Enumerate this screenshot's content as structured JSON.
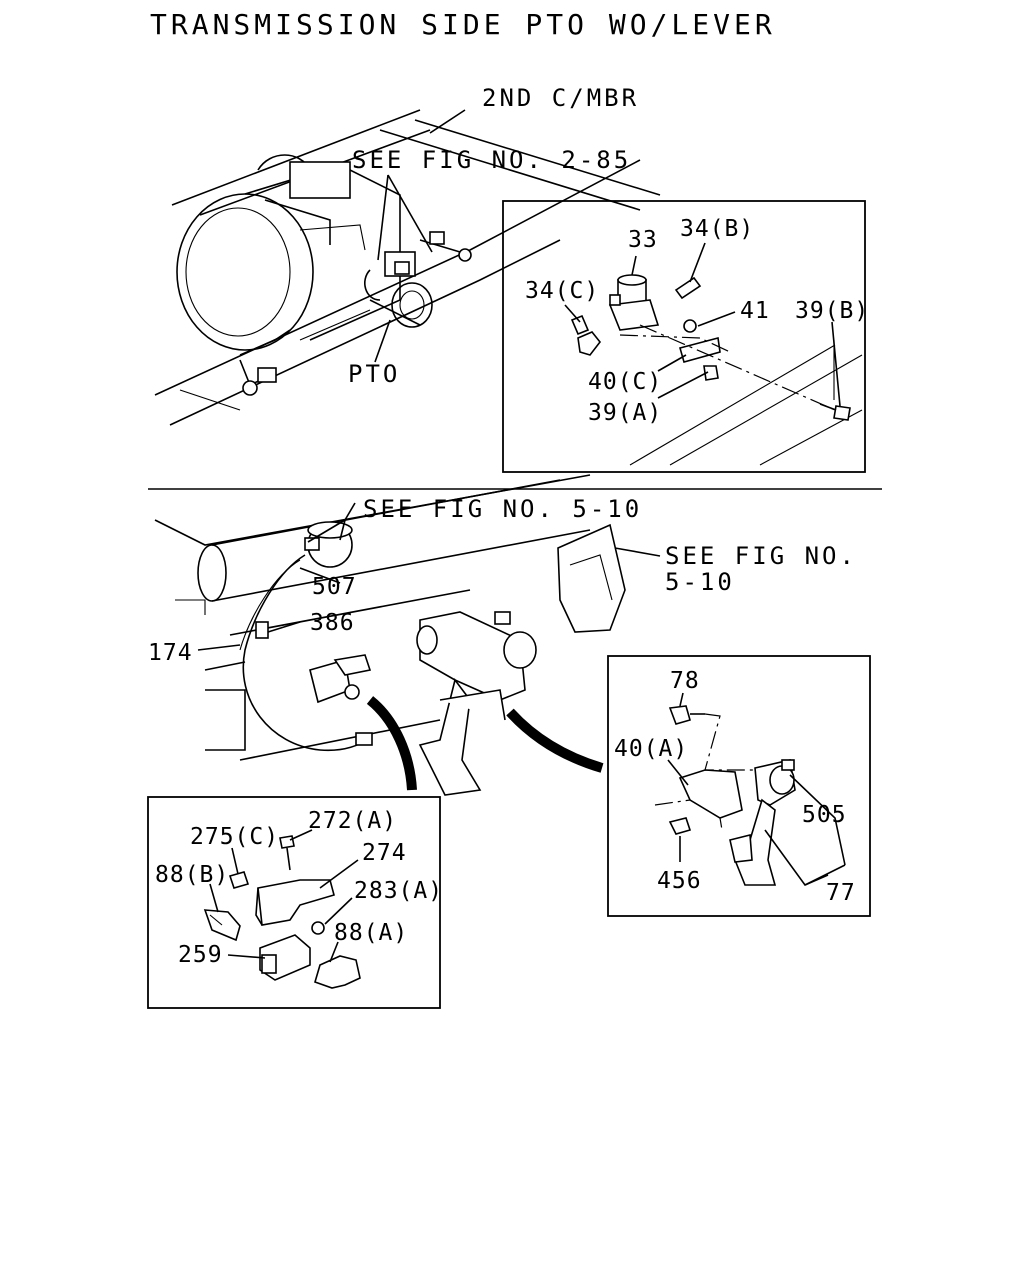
{
  "title": "TRANSMISSION SIDE PTO WO/LEVER",
  "labels": {
    "second_cmbr": "2ND C/MBR",
    "see_fig_2_85": "SEE FIG NO. 2-85",
    "pto": "PTO",
    "see_fig_5_10_top": "SEE FIG NO. 5-10",
    "see_fig_5_10_right_line1": "SEE FIG NO.",
    "see_fig_5_10_right_line2": "5-10"
  },
  "callouts_upper_detail": {
    "p33": "33",
    "p34b": "34(B)",
    "p34c": "34(C)",
    "p41": "41",
    "p39b": "39(B)",
    "p40c": "40(C)",
    "p39a": "39(A)"
  },
  "callouts_main": {
    "p507": "507",
    "p386": "386",
    "p174": "174"
  },
  "callouts_lower_left_detail": {
    "p272a": "272(A)",
    "p275c": "275(C)",
    "p274": "274",
    "p88b": "88(B)",
    "p283a": "283(A)",
    "p88a": "88(A)",
    "p259": "259"
  },
  "callouts_lower_right_detail": {
    "p78": "78",
    "p40a": "40(A)",
    "p505": "505",
    "p456": "456",
    "p77": "77"
  }
}
